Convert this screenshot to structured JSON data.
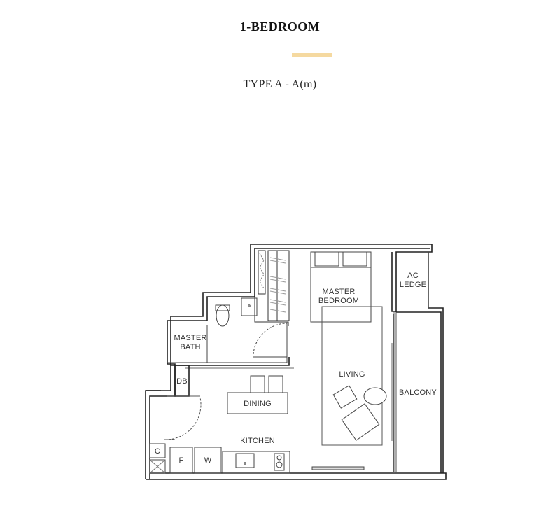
{
  "header": {
    "title": "1-BEDROOM",
    "subtitle": "TYPE A - A(m)",
    "accent_color": "#F5D9A0"
  },
  "floorplan": {
    "rooms": {
      "master_bedroom": [
        "MASTER",
        "BEDROOM"
      ],
      "ac_ledge": [
        "AC",
        "LEDGE"
      ],
      "master_bath": [
        "MASTER",
        "BATH"
      ],
      "db": "DB",
      "dining": "DINING",
      "living": "LIVING",
      "balcony": "BALCONY",
      "kitchen": "KITCHEN"
    },
    "appliances": {
      "c": "C",
      "fridge": "F",
      "washer": "W"
    },
    "wall_color": "#222222",
    "line_color": "#555555"
  }
}
